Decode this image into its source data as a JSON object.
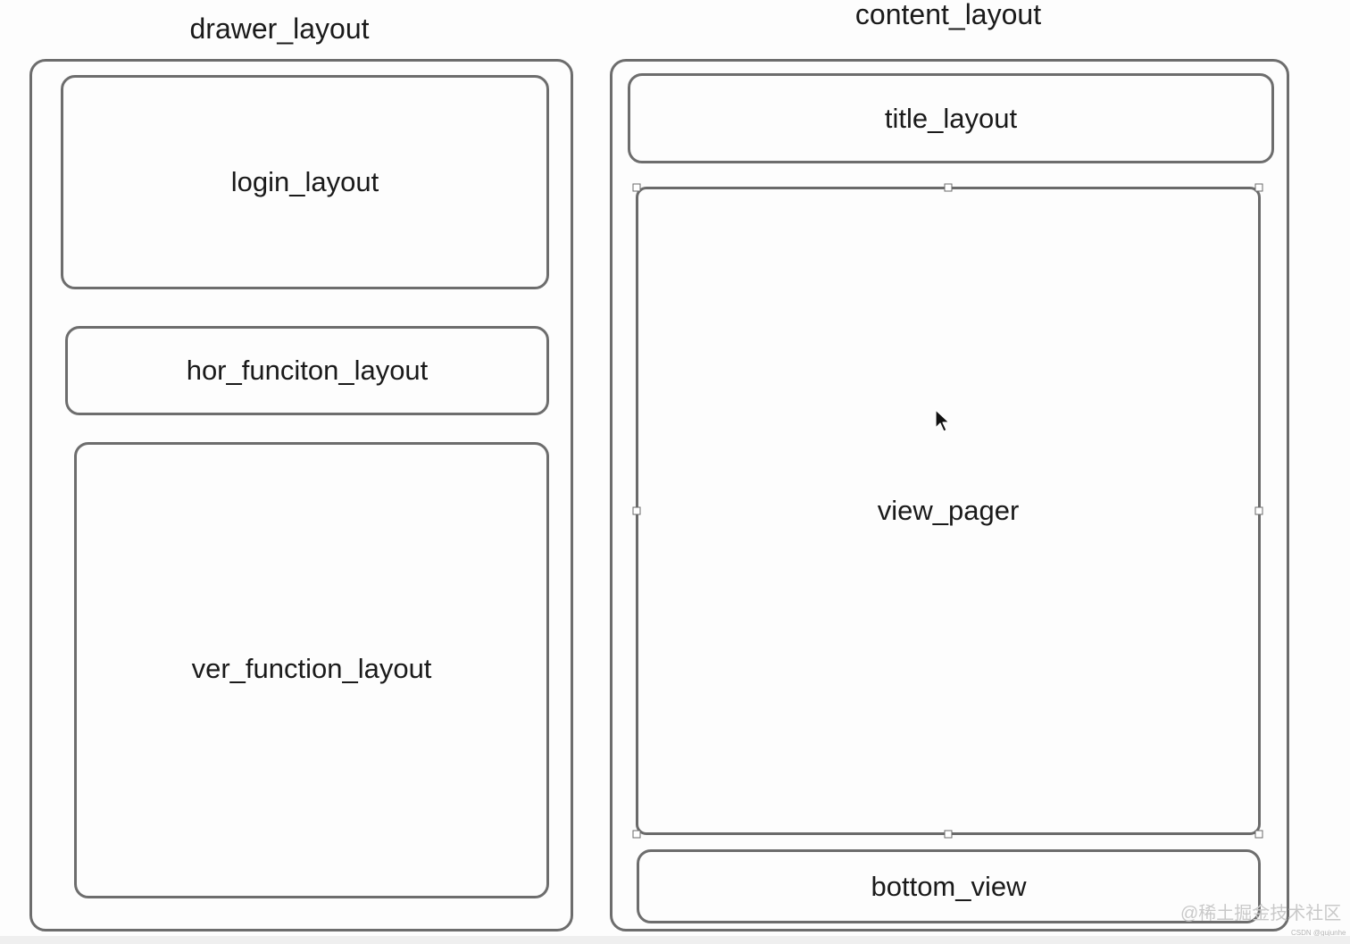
{
  "drawer": {
    "title": "drawer_layout",
    "children": {
      "login": "login_layout",
      "hor_function": "hor_funciton_layout",
      "ver_function": "ver_function_layout"
    }
  },
  "content": {
    "title": "content_layout",
    "children": {
      "title_bar": "title_layout",
      "pager": "view_pager",
      "bottom": "bottom_view"
    }
  },
  "watermark": {
    "text": "@稀土掘金技术社区",
    "small_text": "CSDN @gujunhe"
  },
  "colors": {
    "stroke": "#6d6d6d",
    "background": "#fdfdfd",
    "text": "#1a1a1a"
  },
  "icons": {
    "cursor": "mouse-pointer-icon"
  }
}
